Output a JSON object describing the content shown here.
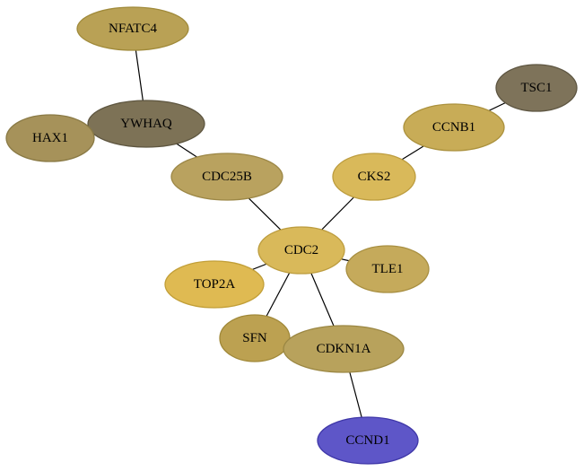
{
  "graph": {
    "nodes": [
      {
        "id": "NFATC4",
        "label": "NFATC4",
        "fill": "#b9a155",
        "stroke": "#a08a3a"
      },
      {
        "id": "YWHAQ",
        "label": "YWHAQ",
        "fill": "#7d7256",
        "stroke": "#5e5640"
      },
      {
        "id": "HAX1",
        "label": "HAX1",
        "fill": "#a6925a",
        "stroke": "#8a7a45"
      },
      {
        "id": "CDC25B",
        "label": "CDC25B",
        "fill": "#b9a25f",
        "stroke": "#9c8746"
      },
      {
        "id": "TSC1",
        "label": "TSC1",
        "fill": "#7e735a",
        "stroke": "#5e5642"
      },
      {
        "id": "CCNB1",
        "label": "CCNB1",
        "fill": "#c8ac57",
        "stroke": "#ab913d"
      },
      {
        "id": "CKS2",
        "label": "CKS2",
        "fill": "#d9b95a",
        "stroke": "#bd9d3f"
      },
      {
        "id": "CDC2",
        "label": "CDC2",
        "fill": "#d9b95a",
        "stroke": "#bd9d3f"
      },
      {
        "id": "TOP2A",
        "label": "TOP2A",
        "fill": "#dfba52",
        "stroke": "#c29f38"
      },
      {
        "id": "TLE1",
        "label": "TLE1",
        "fill": "#c5aa5b",
        "stroke": "#a88f41"
      },
      {
        "id": "SFN",
        "label": "SFN",
        "fill": "#bca151",
        "stroke": "#a08838"
      },
      {
        "id": "CDKN1A",
        "label": "CDKN1A",
        "fill": "#b8a25c",
        "stroke": "#9b8743"
      },
      {
        "id": "CCND1",
        "label": "CCND1",
        "fill": "#5e56c8",
        "stroke": "#3f37a8"
      }
    ],
    "edges": [
      {
        "source": "NFATC4",
        "target": "YWHAQ"
      },
      {
        "source": "YWHAQ",
        "target": "CDC25B"
      },
      {
        "source": "CDC25B",
        "target": "CDC2"
      },
      {
        "source": "TSC1",
        "target": "CCNB1"
      },
      {
        "source": "CCNB1",
        "target": "CKS2"
      },
      {
        "source": "CKS2",
        "target": "CDC2"
      },
      {
        "source": "CDC2",
        "target": "TOP2A"
      },
      {
        "source": "CDC2",
        "target": "TLE1"
      },
      {
        "source": "CDC2",
        "target": "SFN"
      },
      {
        "source": "CDC2",
        "target": "CDKN1A"
      },
      {
        "source": "CDKN1A",
        "target": "CCND1"
      }
    ]
  }
}
